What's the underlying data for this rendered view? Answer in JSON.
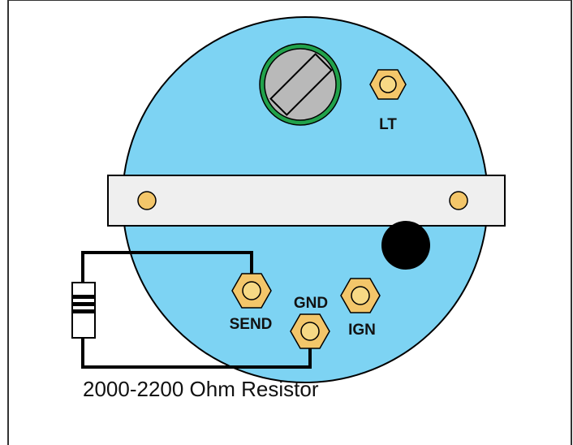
{
  "diagram": {
    "terminals": {
      "lt": "LT",
      "send": "SEND",
      "gnd": "GND",
      "ign": "IGN"
    },
    "caption": "2000-2200 Ohm Resistor"
  },
  "colors": {
    "gauge_body": "#7dd3f3",
    "mounting_bracket": "#efefef",
    "terminal_nut": "#f3c66a",
    "terminal_nut_inner": "#f7d985",
    "bezel_ring": "#21a24b",
    "adjuster": "#b9b9b9",
    "mount_hole": "#000000",
    "wire": "#000000",
    "frame": "#333333"
  }
}
